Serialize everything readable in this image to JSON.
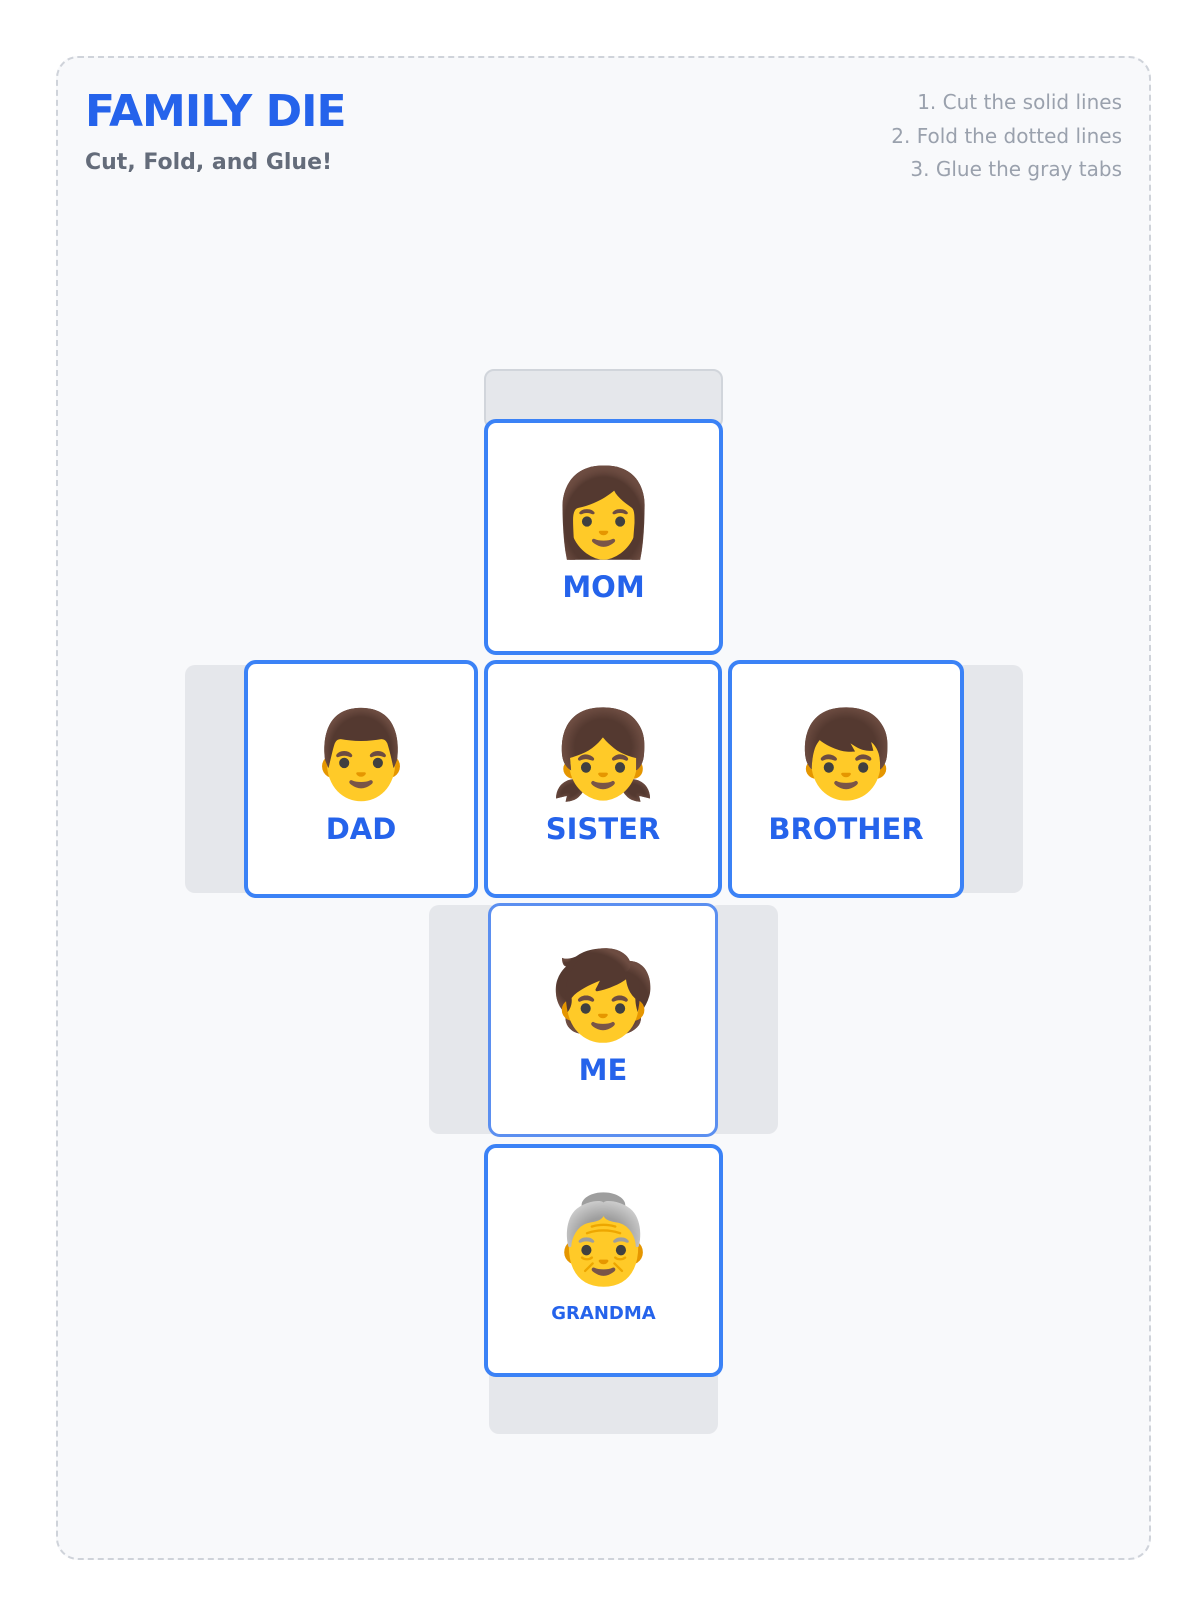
{
  "header": {
    "title": "FAMILY DIE",
    "subtitle": "Cut, Fold, and Glue!"
  },
  "instructions": [
    "1. Cut the solid lines",
    "2. Fold the dotted lines",
    "3. Glue the gray tabs"
  ],
  "faces": {
    "mom": {
      "emoji": "👩",
      "label": "MOM"
    },
    "dad": {
      "emoji": "👨",
      "label": "DAD"
    },
    "sister": {
      "emoji": "👧",
      "label": "SISTER"
    },
    "brother": {
      "emoji": "👦",
      "label": "BROTHER"
    },
    "me": {
      "emoji": "🧒",
      "label": "ME"
    },
    "grandma": {
      "emoji": "👵",
      "label": "GRANDMA"
    }
  },
  "colors": {
    "accent": "#2563eb",
    "border": "#3b82f6",
    "tab": "#e5e7eb"
  }
}
